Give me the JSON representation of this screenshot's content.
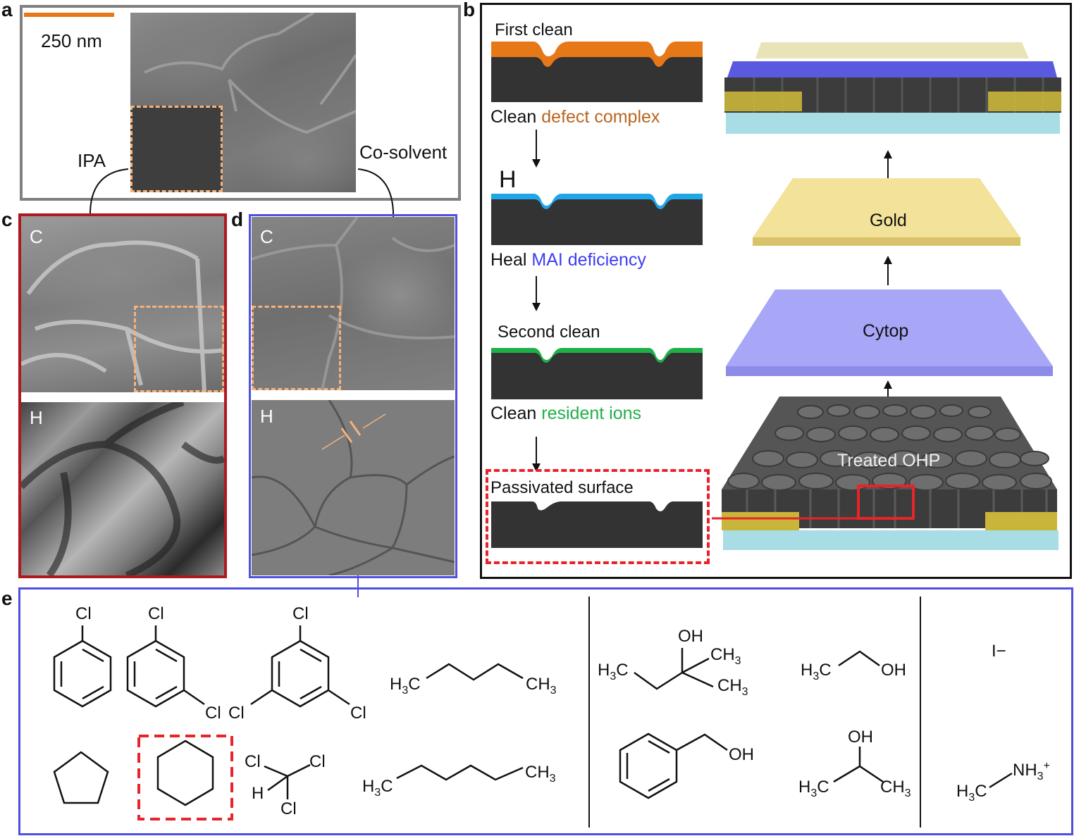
{
  "panel_a": {
    "label": "a",
    "scale_bar": "250 nm",
    "left_label": "IPA",
    "right_label": "Co-solvent",
    "colors": {
      "scale_bar": "#e67817",
      "frame": "#808080",
      "dash": "#f4b27d"
    }
  },
  "panel_b": {
    "label": "b",
    "steps": [
      {
        "title": "First clean",
        "caption_prefix": "Clean ",
        "caption_highlight": "defect complex",
        "layer_color": "#e67817",
        "highlight_color": "#b9651e"
      },
      {
        "title": "H",
        "caption_prefix": "Heal ",
        "caption_highlight": "MAI deficiency",
        "layer_color": "#1fa6e8",
        "highlight_color": "#3d3df0"
      },
      {
        "title": "Second clean",
        "caption_prefix": "Clean ",
        "caption_highlight": "resident ions",
        "layer_color": "#1fb04a",
        "highlight_color": "#1fb04a"
      },
      {
        "title": "Passivated surface",
        "caption_prefix": "",
        "caption_highlight": "",
        "layer_color": "#333333",
        "highlight_color": "#333333"
      }
    ],
    "stack_labels": {
      "gold": "Gold",
      "cytop": "Cytop",
      "ohp": "Treated OHP"
    },
    "colors": {
      "gold": "#f2e29a",
      "cytop": "#a7a6f7",
      "substrate": "#a8dde6",
      "electrode": "#c9b53a",
      "highlight_box": "#e8242a"
    }
  },
  "panel_c": {
    "label": "c",
    "top": "C",
    "bottom": "H",
    "frame_color": "#b01820"
  },
  "panel_d": {
    "label": "d",
    "top": "C",
    "bottom": "H",
    "frame_color": "#5050e0"
  },
  "panel_e": {
    "label": "e",
    "frame_color": "#5050e0",
    "chem": {
      "cl": "Cl",
      "h": "H",
      "h3c": "H3C",
      "ch3": "CH3",
      "oh": "OH",
      "iodide": "I−",
      "nh3": "NH3+"
    }
  }
}
